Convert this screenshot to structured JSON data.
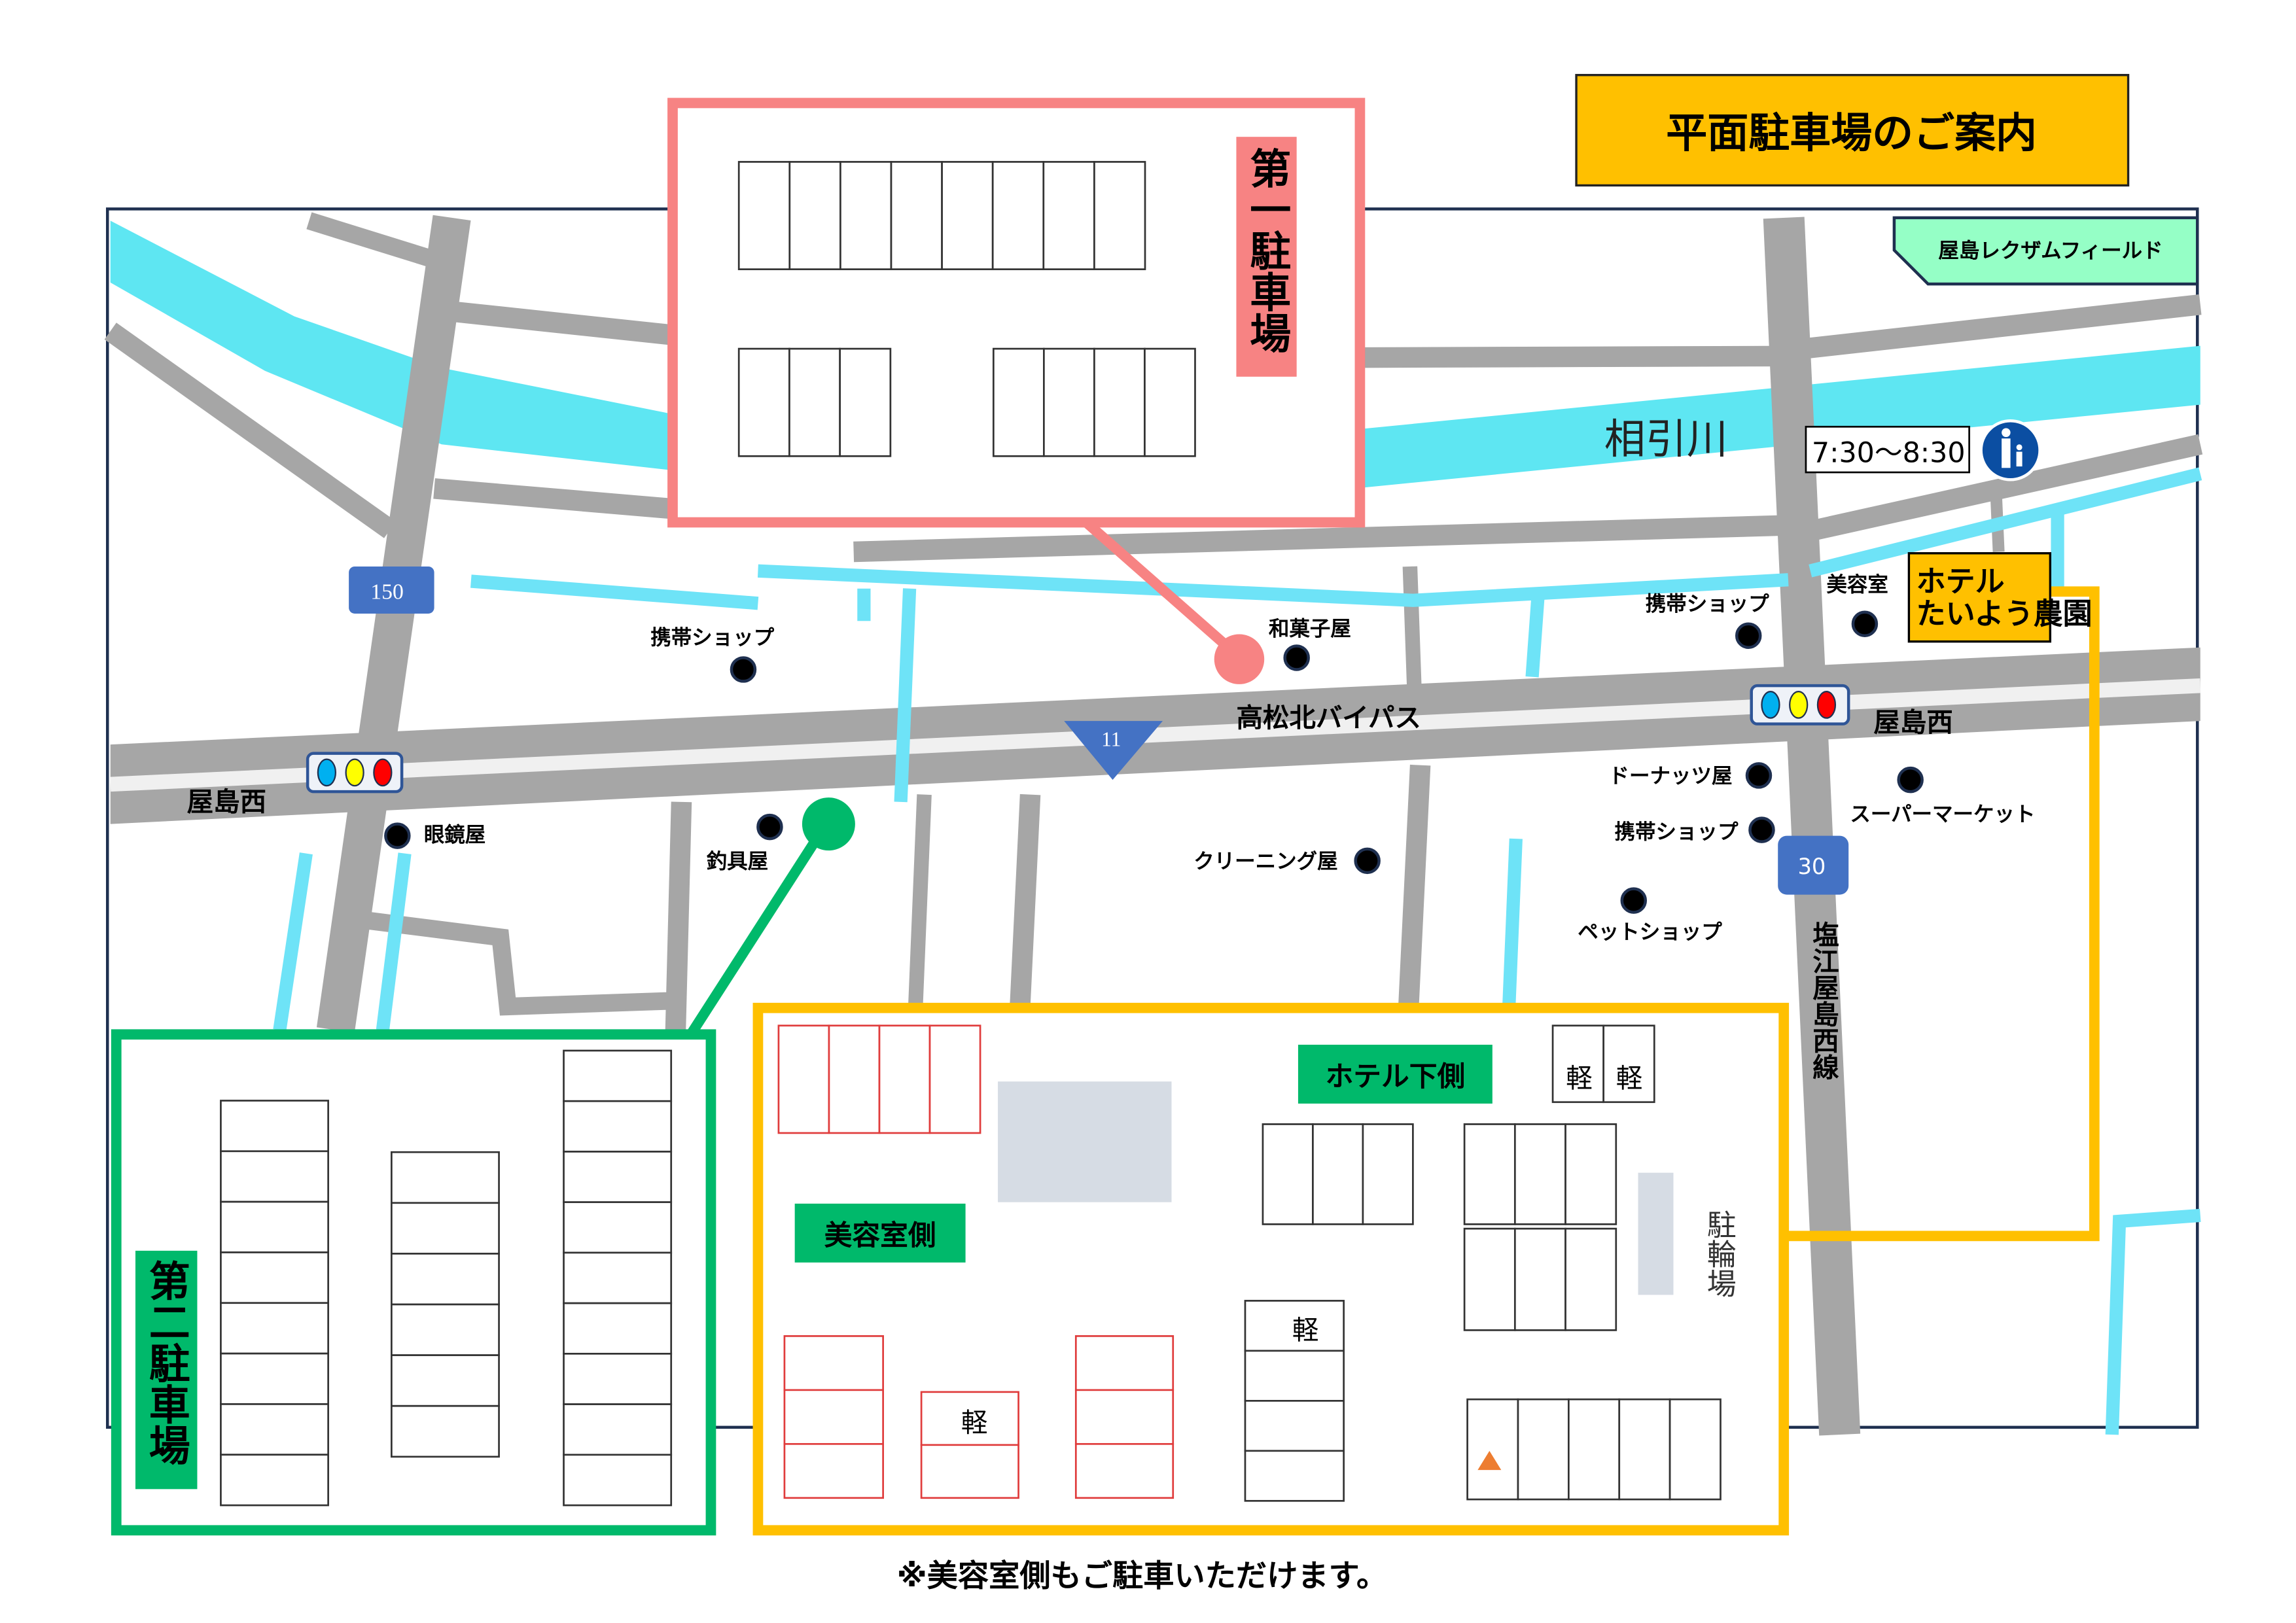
{
  "title": "平面駐車場のご案内",
  "colors": {
    "title_bg": "#ffc000",
    "parking1": "#f78383",
    "parking2": "#00b96b",
    "hotel_lot": "#ffc000",
    "river": "#5ee6f2",
    "road": "#a6a6a6",
    "sign_blue": "#4472c4",
    "landmark": "#95ffc6"
  },
  "map": {
    "landmark": "屋島レクザムフィールド",
    "river": "相引川",
    "school_route_time": "7:30〜8:30",
    "school_route_icon": "pedestrian-sign-icon",
    "hotel": [
      "ホテル",
      "たいよう農園"
    ],
    "bypass": "高松北バイパス",
    "route_150": "150",
    "route_11": "11",
    "route_30": "30",
    "road_vertical": "塩江屋島西線",
    "intersection_west": "屋島西",
    "intersection_east": "屋島西",
    "shops": [
      "携帯ショップ",
      "和菓子屋",
      "携帯ショップ",
      "美容室",
      "眼鏡屋",
      "釣具屋",
      "クリーニング屋",
      "ドーナッツ屋",
      "携帯ショップ",
      "ペットショップ",
      "スーパーマーケット"
    ]
  },
  "lot1": {
    "label": "第一駐車場"
  },
  "lot2": {
    "label": "第二駐車場"
  },
  "lot3": {
    "hotel_side": "ホテル下側",
    "salon_side": "美容室側",
    "kei": "軽",
    "bike": "駐輪場"
  },
  "footer_note": "※美容室側もご駐車いただけます。"
}
